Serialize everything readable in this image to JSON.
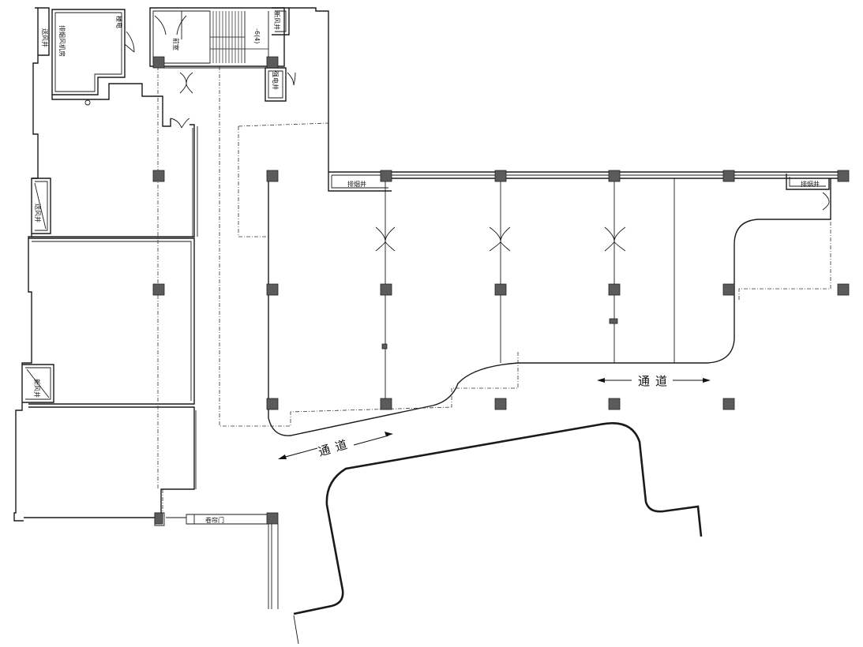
{
  "labels": {
    "passage_right_1": "通",
    "passage_right_2": "道",
    "passage_left_1": "通",
    "passage_left_2": "道",
    "stair_code": "-6(4)",
    "vertical_1": "排烟风机房",
    "vertical_2": "楼电",
    "vertical_3": "送风井",
    "vertical_4": "送风井",
    "vertical_5": "新风井",
    "vertical_6": "排烟井",
    "vertical_7": "新风井",
    "vertical_8": "排烟井",
    "vertical_9": "前室",
    "vertical_10": "强电井",
    "gate": "卷帘门"
  },
  "colors": {
    "wall": "#1a1a1a",
    "column": "#5b5b5b",
    "background": "#ffffff"
  }
}
